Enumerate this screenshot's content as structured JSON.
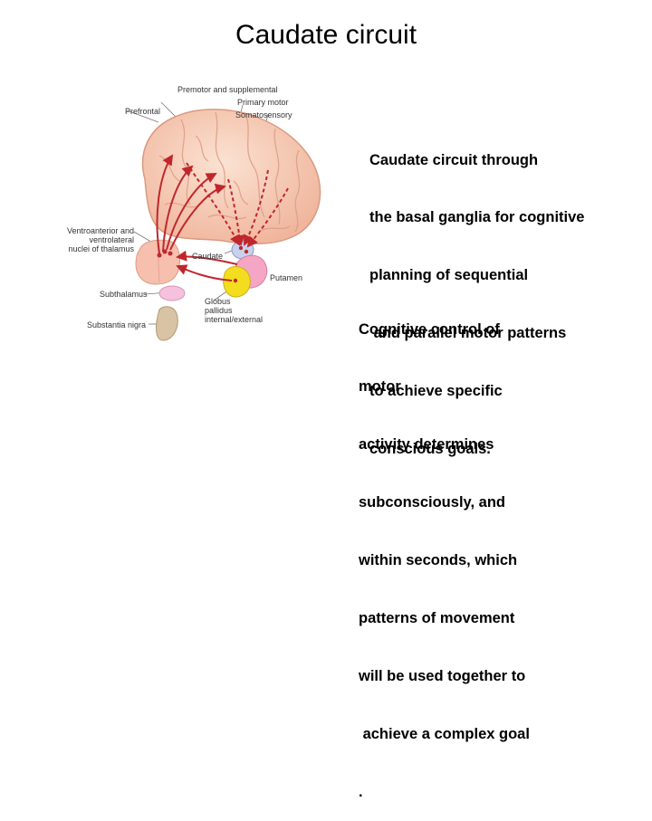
{
  "title": "Caudate circuit",
  "figure": {
    "labels": {
      "premotor": "Premotor and\nsupplemental",
      "prefrontal": "Prefrontal",
      "primary_motor": "Primary motor",
      "somatosensory": "Somatosensory",
      "thalamus": "Ventroanterior and\nventrolateral\nnuclei of thalamus",
      "caudate": "Caudate",
      "putamen": "Putamen",
      "subthalamus": "Subthalamus",
      "globus": "Globus\npallidus\ninternal/external",
      "substantia": "Substantia nigra"
    }
  },
  "text_block_1": {
    "lines": [
      "Caudate circuit through",
      "the basal ganglia for cognitive",
      "planning of sequential",
      " and parallel motor patterns",
      "to achieve specific",
      "conscious goals."
    ]
  },
  "text_block_2": {
    "lines": [
      "Cognitive control of",
      "motor",
      "activity determines",
      "subconsciously, and",
      "within seconds, which",
      "patterns of movement",
      "will be used together to",
      " achieve a complex goal",
      "."
    ]
  }
}
